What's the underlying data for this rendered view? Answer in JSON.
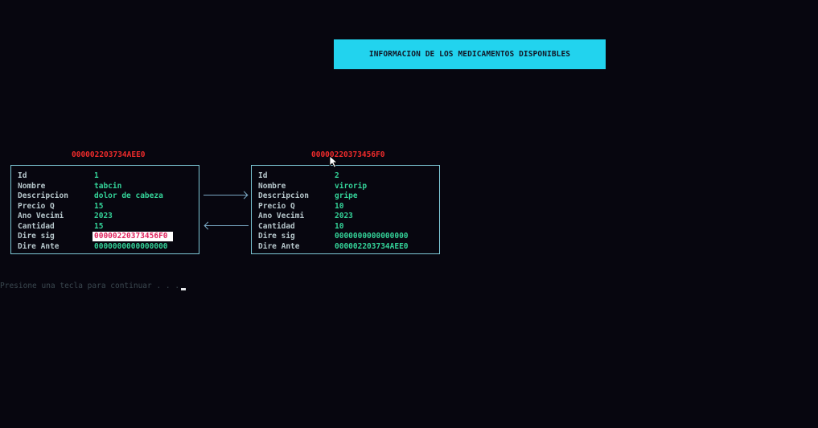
{
  "window": {
    "banner_title": "INFORMACION DE LOS MEDICAMENTOS DISPONIBLES",
    "prompt_text": "Presione una tecla para continuar . . ."
  },
  "nodes": [
    {
      "address": "000002203734AEE0",
      "fields": [
        {
          "label": "Id",
          "value": "1"
        },
        {
          "label": "Nombre",
          "value": "tabcin"
        },
        {
          "label": "Descripcion",
          "value": "dolor de cabeza"
        },
        {
          "label": "Precio Q",
          "value": "15"
        },
        {
          "label": "Ano Vecimi",
          "value": "2023"
        },
        {
          "label": "Cantidad",
          "value": "15"
        },
        {
          "label": "Dire sig",
          "value": "00000220373456F0"
        },
        {
          "label": "Dire Ante",
          "value": "0000000000000000"
        }
      ]
    },
    {
      "address": "00000220373456F0",
      "fields": [
        {
          "label": "Id",
          "value": "2"
        },
        {
          "label": "Nombre",
          "value": "virorip"
        },
        {
          "label": "Descripcion",
          "value": "gripe"
        },
        {
          "label": "Precio Q",
          "value": "10"
        },
        {
          "label": "Ano Vecimi",
          "value": "2023"
        },
        {
          "label": "Cantidad",
          "value": "10"
        },
        {
          "label": "Dire sig",
          "value": "0000000000000000"
        },
        {
          "label": "Dire Ante",
          "value": "000002203734AEE0"
        }
      ]
    }
  ],
  "colors": {
    "background": "#07060f",
    "banner": "#22d3ee",
    "address": "#ef2b2b",
    "value": "#34d399",
    "label": "#b7c7cc",
    "highlight_text": "#e0245e"
  },
  "icons": {
    "mouse": "mouse-pointer-icon",
    "next_link": "arrow-right-icon",
    "prev_link": "arrow-left-icon"
  }
}
